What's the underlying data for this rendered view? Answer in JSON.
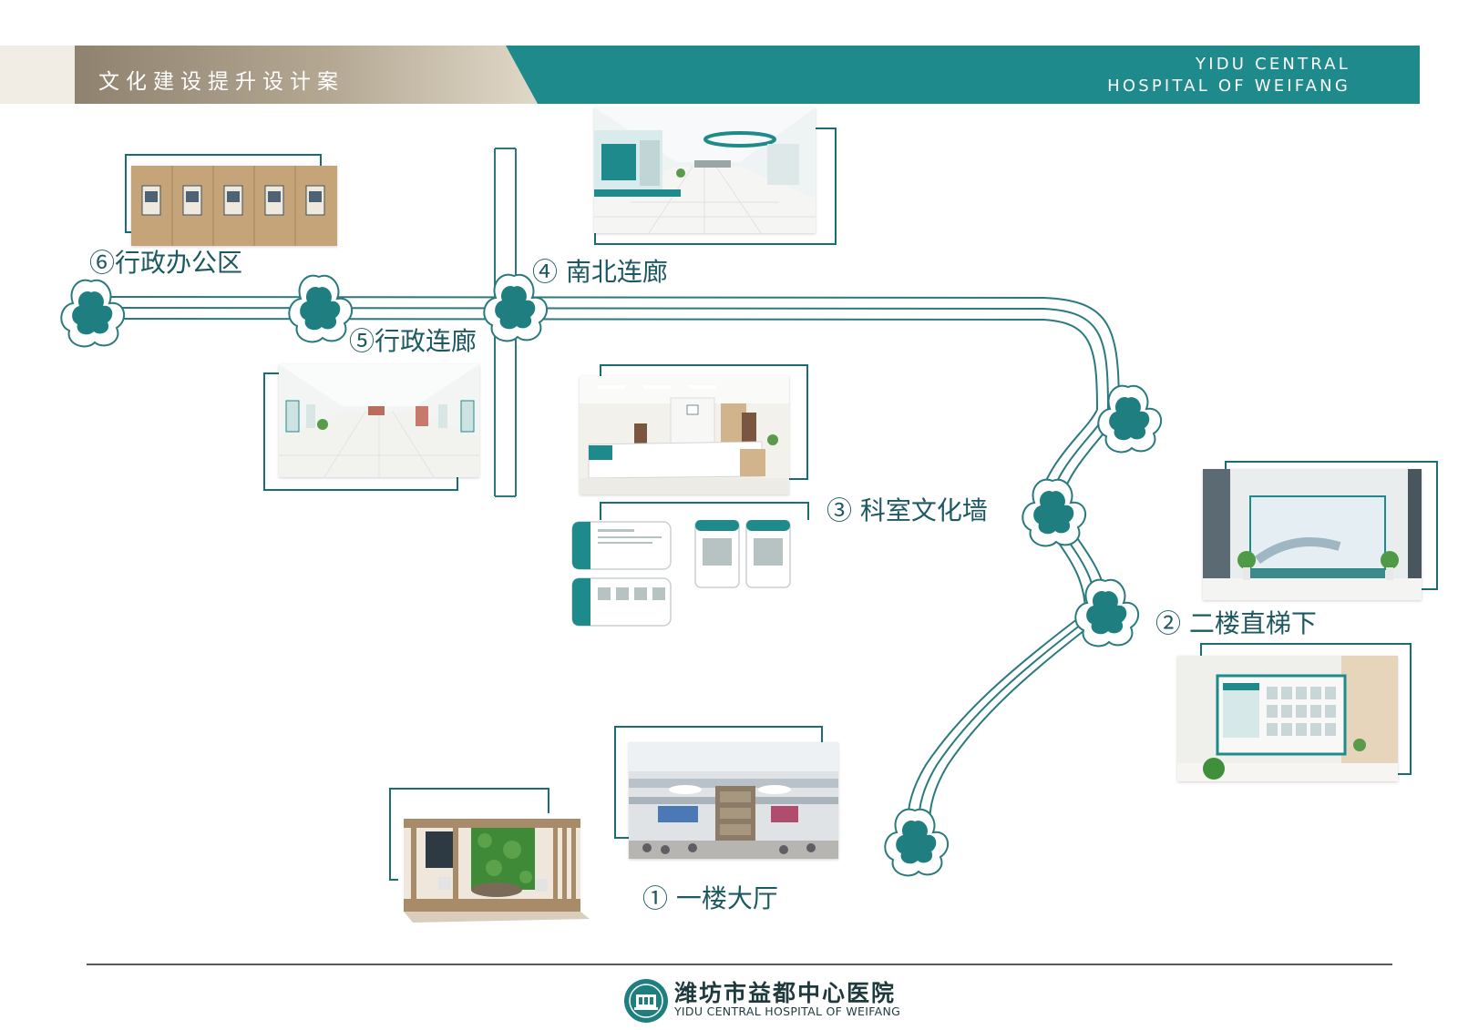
{
  "header": {
    "title": "文化建设提升设计案",
    "en_line1": "YIDU CENTRAL",
    "en_line2": "HOSPITAL OF WEIFANG"
  },
  "stops": [
    {
      "id": "s1",
      "label": "① 一楼大厅"
    },
    {
      "id": "s2",
      "label": "② 二楼直梯下"
    },
    {
      "id": "s3",
      "label": "③ 科室文化墙"
    },
    {
      "id": "s4",
      "label": "④ 南北连廊"
    },
    {
      "id": "s5",
      "label": "⑤行政连廊"
    },
    {
      "id": "s6",
      "label": "⑥行政办公区"
    }
  ],
  "footer": {
    "name_cn": "潍坊市益都中心医院",
    "name_en": "YIDU CENTRAL HOSPITAL OF WEIFANG"
  },
  "colors": {
    "teal": "#1f8a8b",
    "teal_dark": "#1a6d72",
    "path_outline": "#2a7a7d",
    "header_tan": "#a0927f",
    "label_text": "#1d5961"
  },
  "icons": {
    "route_marker": "flower-marker-icon",
    "hospital_logo": "hospital-logo-icon"
  }
}
